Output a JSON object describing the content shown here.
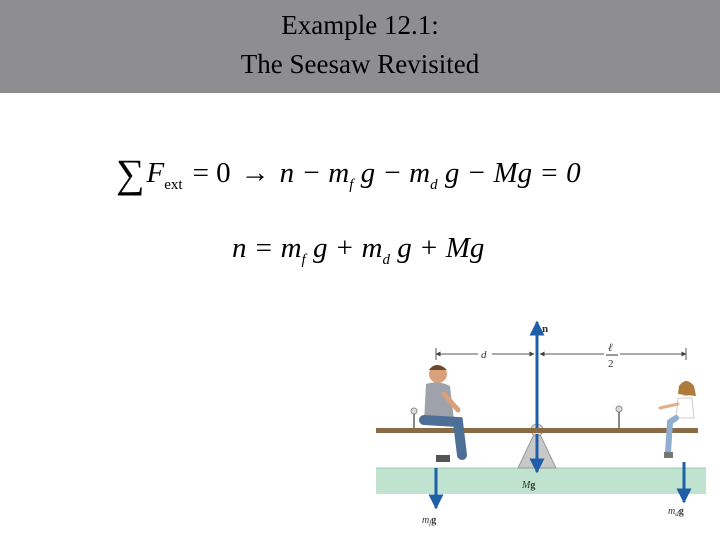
{
  "slide": {
    "title_line1": "Example 12.1:",
    "title_line2": "The Seesaw Revisited",
    "title_bg": "#8e8e90"
  },
  "equation1": {
    "sigma": "∑",
    "F": "F",
    "ext": "ext",
    "eq_zero": "= 0",
    "arrow": "→",
    "lhs": "n − m",
    "sub_f": "f",
    "g1": " g − m",
    "sub_d": "d",
    "g2": " g − Mg = 0"
  },
  "equation2": {
    "lhs": "n = m",
    "sub_f": "f",
    "g1": " g + m",
    "sub_d": "d",
    "g2": " g + Mg"
  },
  "figure": {
    "label_n": "n",
    "label_d": "d",
    "label_ell": "ℓ",
    "label_two": "2",
    "label_Mg_M": "M",
    "label_Mg_g": "g",
    "label_mfg_m": "m",
    "label_mfg_f": "f",
    "label_mfg_g": "g",
    "label_mdg_m": "m",
    "label_mdg_d": "d",
    "label_mdg_g": "g",
    "colors": {
      "board": "#8a6a45",
      "ground": "#bfe3cf",
      "arrow": "#1f5fa8",
      "pivot": "#c8c8c8"
    }
  }
}
